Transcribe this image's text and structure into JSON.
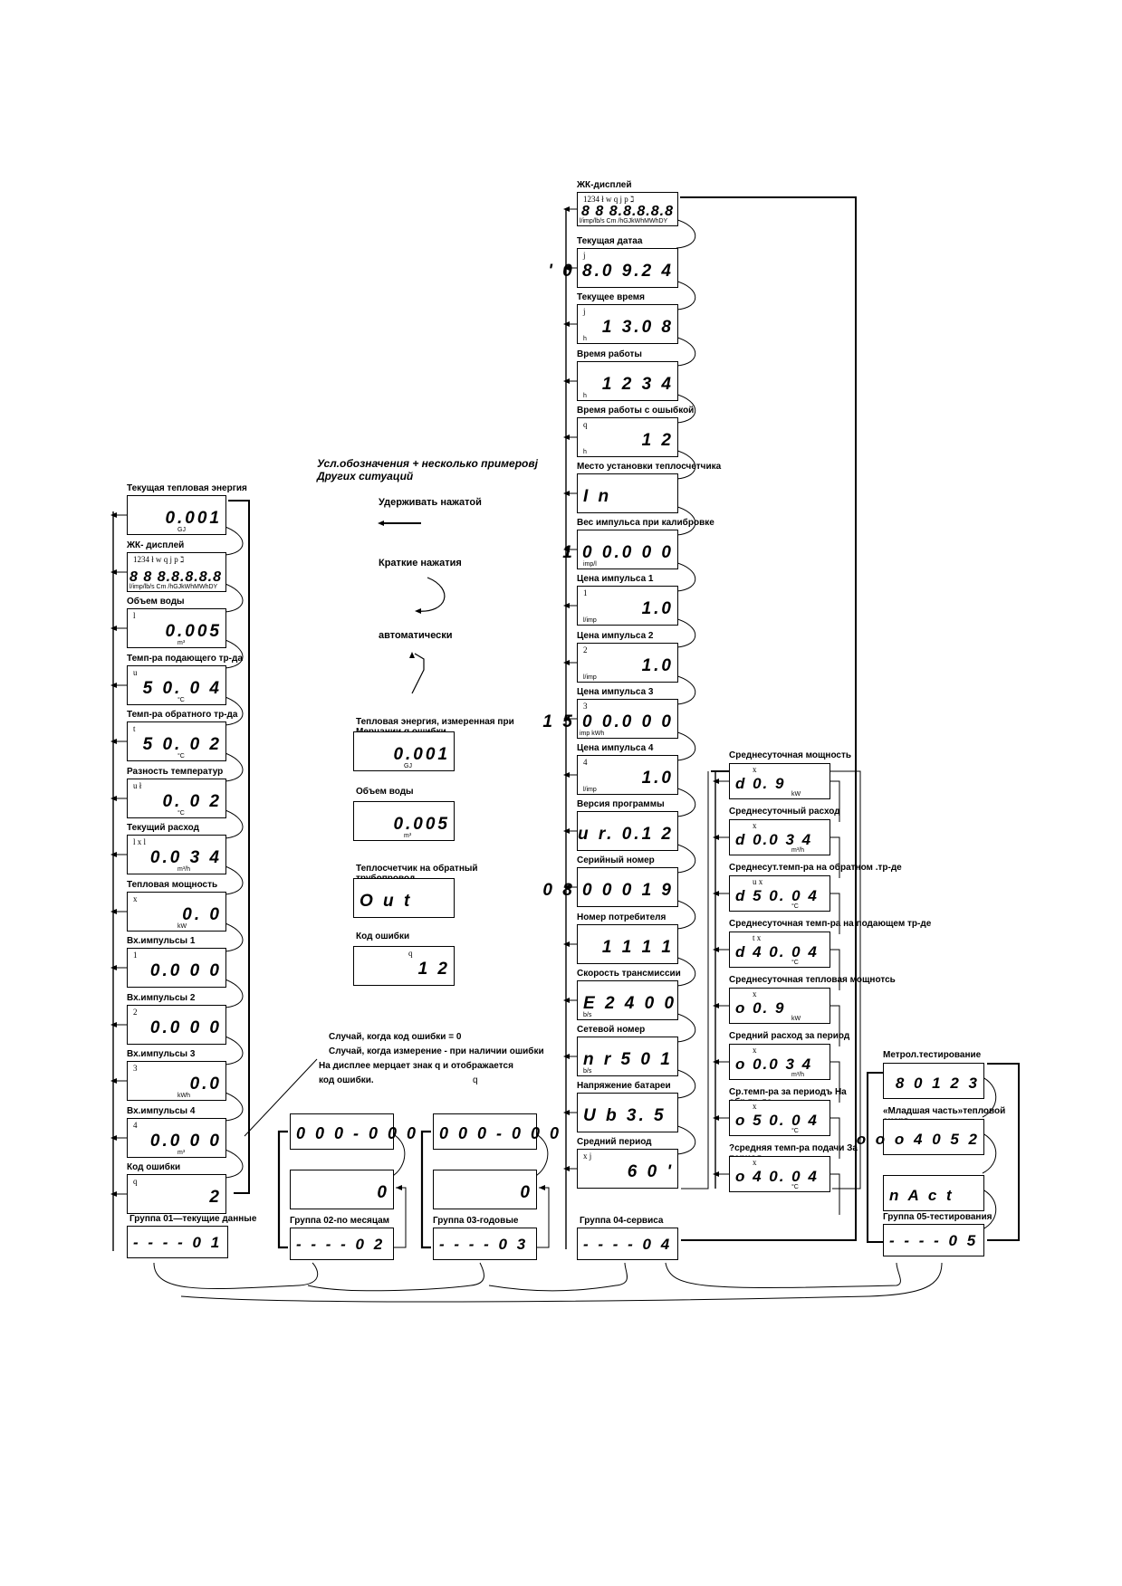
{
  "legend": {
    "title_line1": "Усл.обозначения + несколько примеровј",
    "title_line2": "Других ситуаций",
    "hold": "Удерживать нажатой",
    "short_press": "Краткие нажатия",
    "auto": "автоматически"
  },
  "col1": [
    {
      "label": "Текущая тепловая энергия",
      "value": "0.001",
      "unit": "GJ"
    },
    {
      "label": "ЖК- дисплей",
      "sym": "1234  ł  w q  j  p  ℷ",
      "value": "8 8 8.8.8.8.8",
      "unit": "l/imp/lb/s Cm /hGJkWhMWhDY"
    },
    {
      "label": "Объем воды",
      "sym": "l",
      "value": "0.005",
      "unit": "m³"
    },
    {
      "label": "Темп-ра подающего тр-да",
      "sym": "u",
      "value": "5 0. 0 4",
      "unit": "°C"
    },
    {
      "label": "Темп-ра обратного тр-да",
      "sym": "t",
      "value": "5 0. 0 2",
      "unit": "°C"
    },
    {
      "label": "Разность температур",
      "sym": "u ł",
      "value": "0. 0 2",
      "unit": "°C"
    },
    {
      "label": "Текущий расход",
      "sym": "l        x        l",
      "value": "0.0 3 4",
      "unit": "m³/h"
    },
    {
      "label": "Тепловая мощность",
      "sym": "x",
      "value": "0. 0",
      "unit": "kW"
    },
    {
      "label": "Вх.импульсы 1",
      "sym": "1",
      "value": "0.0 0 0",
      "unit": ""
    },
    {
      "label": "Вх.импульсы  2",
      "sym": "2",
      "value": "0.0 0 0",
      "unit": ""
    },
    {
      "label": "Вх.импульсы  3",
      "sym": "3",
      "value": "0.0",
      "unit": "kWh"
    },
    {
      "label": "Вх.импульсы 4",
      "sym": "4",
      "value": "0.0 0 0",
      "unit": "m³"
    },
    {
      "label": "Код ошибки",
      "sym": "q",
      "value": "2",
      "unit": ""
    }
  ],
  "col1_footer": {
    "label": "Группа 01—текущие данные",
    "value": "- - - -   0 1"
  },
  "legend_examples": [
    {
      "label": "Тепловая энергия, измеренная при Мерцании  q  ошибки",
      "value": "0.001",
      "unit": "GJ"
    },
    {
      "label": "Объем воды",
      "value": "0.005",
      "unit": "m³"
    },
    {
      "label": "Теплосчетчик на обратный трубопровод",
      "value": "O u t",
      "unit": ""
    },
    {
      "label": "Код  ошибки",
      "sym": "q",
      "value": "1 2",
      "unit": ""
    }
  ],
  "notes": {
    "line1": "Случай, когда код ошибки = 0",
    "line2": "Случай, когда измерение - при наличии ошибки",
    "line3": "На дисплее мерцает знак  q и отображается",
    "line4": "код ошибки.",
    "q_mark": "q"
  },
  "group2": {
    "top": "0 0 0 - 0 0 0",
    "mid": "0",
    "label": "Группа 02-по месяцам",
    "value": "- - - -     0 2"
  },
  "group3": {
    "top": "0 0 0 - 0 0 0",
    "mid": "0",
    "label": "Группа 03-годовые",
    "value": "- - - -     0 3"
  },
  "group4_footer": {
    "label": "Группа 04-сервиса",
    "value": "- - - -     0 4"
  },
  "col4": [
    {
      "label": "ЖК-дисплей",
      "sym": "1234  ł  w q  j  p  ℷ",
      "value": "8 8 8.8.8.8.8",
      "unit": "l/imp/lb/s Cm /hGJkWhMWhDY"
    },
    {
      "label": "Текущая датаа",
      "sym": "j",
      "value": "' 0 8.0 9.2 4",
      "unit": ""
    },
    {
      "label": "Текущее время",
      "sym": "j",
      "value": "1 3.0 8",
      "unit": "h"
    },
    {
      "label": "Время работы",
      "value": "1 2 3 4",
      "unit": "h"
    },
    {
      "label": "Время работы с ошыбкой",
      "sym": "q",
      "value": "1 2",
      "unit": "h"
    },
    {
      "label": "Место установки теплосчетчика",
      "value": "I n",
      "unit": ""
    },
    {
      "label": "Вес импульса при калибровке",
      "value": "1 0 0.0 0 0",
      "unit": "imp/l"
    },
    {
      "label": "Цена импульса  1",
      "sym": "1",
      "value": "1.0",
      "unit": "l/imp"
    },
    {
      "label": "Цена импульса 2",
      "sym": "2",
      "value": "1.0",
      "unit": "l/imp"
    },
    {
      "label": "Цена импульса 3",
      "sym": "3",
      "value": "1 5 0 0.0 0 0",
      "unit": "imp          kWh"
    },
    {
      "label": "Цена импульса 4",
      "sym": "4",
      "value": "1.0",
      "unit": "l/imp"
    },
    {
      "label": "Версия программы",
      "value": "u r.  0.1 2",
      "unit": ""
    },
    {
      "label": "Серийный номер",
      "value": "0 8 0 0 0 1 9",
      "unit": ""
    },
    {
      "label": "Номер потребителя",
      "value": "1 1 1 1",
      "unit": ""
    },
    {
      "label": "Скорость трансмиссии",
      "value": "E       2 4 0 0",
      "unit": "b/s"
    },
    {
      "label": "Сетевой номер",
      "value": "n r 5       0 1",
      "unit": "b/s"
    },
    {
      "label": "Напряжение батареи",
      "value": "U b       3. 5",
      "unit": ""
    },
    {
      "label": "Средний период",
      "sym": "x      j",
      "value": "6 0 '",
      "unit": ""
    }
  ],
  "col5": [
    {
      "label": "Среднесуточная мощность",
      "sym": "x",
      "value": "d          0. 9",
      "unit": "kW"
    },
    {
      "label": "Среднесуточный расход",
      "sym": "x",
      "value": "d     0.0 3 4",
      "unit": "m³/h"
    },
    {
      "label": "Среднесут.темп-ра на обратном .тр-де",
      "sym": "u      x",
      "value": "d     5 0. 0 4",
      "unit": "°C"
    },
    {
      "label": "Среднесуточная темп-ра на подающем тр-де",
      "sym": "t      x",
      "value": "d     4 0. 0 4",
      "unit": "°C"
    },
    {
      "label": "Среднесуточная тепловая мощнотсь",
      "sym": "x",
      "value": "o          0. 9",
      "unit": "kW"
    },
    {
      "label": "Средний расход за период",
      "sym": "x",
      "value": "o     0.0 3 4",
      "unit": "m³/h"
    },
    {
      "label": "Ср.темп-ра за периодъ На обр.тр-де",
      "sym": "x",
      "value": "o     5 0. 0 4",
      "unit": "°C"
    },
    {
      "label": "?средняя темп-ра подачи За период",
      "sym": "x",
      "value": "o     4 0. 0 4",
      "unit": "°C"
    }
  ],
  "col6": [
    {
      "label": "Метрол.тестирование",
      "value": "8 0 1 2 3"
    },
    {
      "label": "«Младшая часть»тепловой энерг",
      "value": "o o o 4 0 5 2"
    },
    {
      "label": "",
      "value": "n A c t"
    }
  ],
  "group5": {
    "label": "Группа 05-тестирования",
    "value": "- - - -     0 5"
  }
}
